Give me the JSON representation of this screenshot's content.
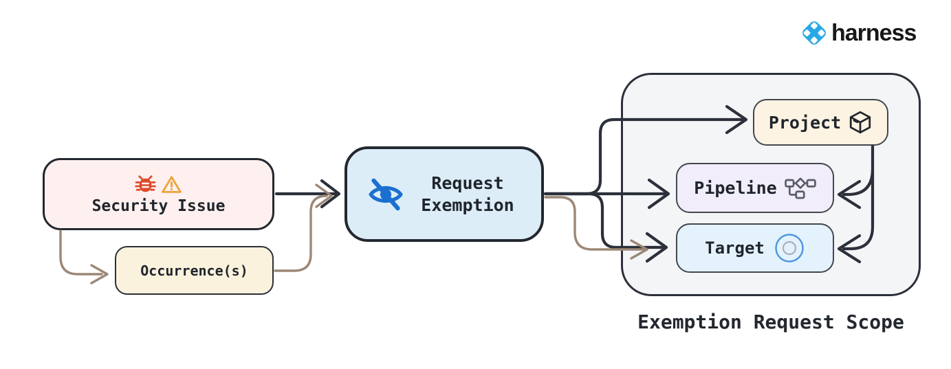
{
  "logo": {
    "brand": "harness",
    "icon": "harness-diamond-icon"
  },
  "nodes": {
    "security_issue": {
      "label": "Security Issue",
      "icons": [
        "bug-icon",
        "warning-icon"
      ]
    },
    "occurrences": {
      "label": "Occurrence(s)"
    },
    "request_exemption": {
      "label": "Request Exemption",
      "icon": "eye-off-icon"
    },
    "project": {
      "label": "Project",
      "icon": "package-cube-icon"
    },
    "pipeline": {
      "label": "Pipeline",
      "icon": "pipeline-flow-icon"
    },
    "target": {
      "label": "Target",
      "icon": "target-circle-icon"
    }
  },
  "scope_group": {
    "caption": "Exemption Request Scope"
  },
  "edges": [
    {
      "from": "security_issue",
      "to": "request_exemption",
      "color": "#2b303a"
    },
    {
      "from": "security_issue",
      "to": "occurrences",
      "color": "#9c8775"
    },
    {
      "from": "occurrences",
      "to": "request_exemption",
      "color": "#9c8775"
    },
    {
      "from": "request_exemption",
      "to": "project",
      "color": "#2b303a"
    },
    {
      "from": "request_exemption",
      "to": "pipeline",
      "color": "#2b303a"
    },
    {
      "from": "request_exemption",
      "to": "target",
      "color": "#2b303a"
    },
    {
      "from": "occurrences",
      "to": "target",
      "color": "#9c8775"
    },
    {
      "from": "project",
      "to": "pipeline",
      "color": "#2b303a"
    },
    {
      "from": "project",
      "to": "target",
      "color": "#2b303a"
    }
  ],
  "colors": {
    "arrow_dark": "#2b303a",
    "arrow_brown": "#9c8775",
    "security_fill": "#fdf0ee",
    "occurrence_fill": "#fbf2dd",
    "exemption_fill": "#dcedf8",
    "scope_fill": "#f4f5f7",
    "project_fill": "#fdf3e3",
    "pipeline_fill": "#f1edfb",
    "target_fill": "#e4f2fd",
    "bug_red": "#dd4a2b",
    "warning_orange": "#eda23c",
    "eye_blue": "#1b6fd0",
    "logo_blue": "#29a8e6",
    "text_dark": "#20252c"
  }
}
